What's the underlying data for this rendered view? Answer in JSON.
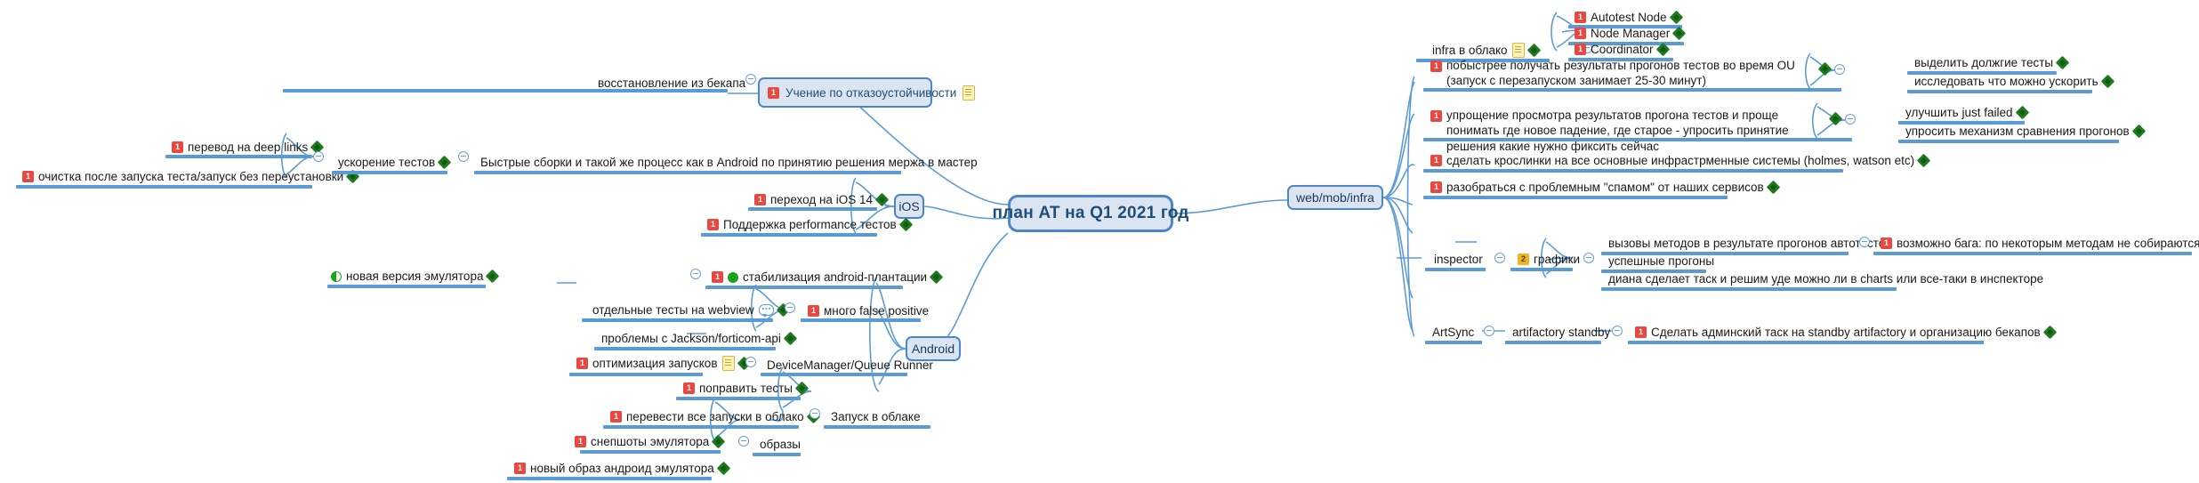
{
  "map": {
    "central": {
      "label": "план AT на Q1 2021 год"
    },
    "branches": {
      "ios": {
        "label": "iOS"
      },
      "android": {
        "label": "Android"
      },
      "webmobinfra": {
        "label": "web/mob/infra"
      },
      "uchenie": {
        "label": "Учение по отказоустойчивости"
      }
    },
    "left": {
      "uchenie_children": [
        {
          "label": "восстановление из бекапа"
        }
      ],
      "uskorenie": {
        "label": "ускорение тестов"
      },
      "bystrye_sborki": {
        "label": "Быстрые сборки и такой же процесс как в Android по принятию решения мержа в мастер"
      },
      "uskorenie_children": [
        {
          "label": "перевод на deep links"
        },
        {
          "label": "очистка после запуска теста/запуск без переустановки"
        }
      ],
      "ios_children": [
        {
          "label": "переход на iOS 14"
        },
        {
          "label": "Поддержка performance тестов"
        }
      ],
      "stabilizaciya": {
        "label": "стабилизация android-плантации"
      },
      "stabilizaciya_children": [
        {
          "label": "новая версия эмулятора"
        }
      ],
      "false_positive": {
        "label": "много false positive"
      },
      "false_positive_children": [
        {
          "label": "отдельные тесты на webview"
        },
        {
          "label": "проблемы с Jackson/forticom-api"
        }
      ],
      "device_manager": {
        "label": "DeviceManager/Queue Runner"
      },
      "device_manager_children": [
        {
          "label": "оптимизация запусков"
        }
      ],
      "zapusk_v_oblake": {
        "label": "Запуск в облаке"
      },
      "zapusk_children": [
        {
          "label": "поправить тесты"
        },
        {
          "label": "перевести все запуски в облако"
        }
      ],
      "obrazy": {
        "label": "образы"
      },
      "obrazy_children": [
        {
          "label": "снепшоты эмулятора"
        },
        {
          "label": "новый образ андроид эмулятора"
        }
      ]
    },
    "right": {
      "infra_v_oblako": {
        "label": "infra в облако"
      },
      "infra_children": [
        {
          "label": "Autotest Node"
        },
        {
          "label": "Node Manager"
        },
        {
          "label": "Coordinator"
        }
      ],
      "pobystree": {
        "label": "побыстрее получать результаты прогонов тестов во время OU (запуск с перезапуском занимает 25-30 минут)"
      },
      "pobystree_children": [
        {
          "label": "выделить должгие тесты"
        },
        {
          "label": "исследовать что можно ускорить"
        }
      ],
      "uproshenie": {
        "label": "упрощение просмотра результатов прогона тестов и проще понимать где новое падение, где старое - упросить принятие решения какие нужно фиксить сейчас"
      },
      "uproshenie_children": [
        {
          "label": "улучшить just failed"
        },
        {
          "label": "упросить механизм сравнения прогонов"
        }
      ],
      "kroslinki": {
        "label": "сделать крослинки на все основные инфрастрменные системы (holmes, watson etc)"
      },
      "spam": {
        "label": "разобраться с проблемным \"спамом\" от наших сервисов"
      },
      "inspector": {
        "label": "inspector"
      },
      "grafiki": {
        "label": "графики"
      },
      "grafiki_children": [
        {
          "label": "вызовы методов в результате прогонов автотестов"
        },
        {
          "label": "успешные прогоны"
        },
        {
          "label": "диана сделает таск и решим уде можно ли в charts или все-таки в инспекторе"
        }
      ],
      "vyzovy_child": {
        "label": "возможно бага: по некоторым методам не собираются метрики"
      },
      "artsync": {
        "label": "ArtSync"
      },
      "artifactory_standby": {
        "label": "artifactory standby"
      },
      "artifactory_children": [
        {
          "label": "Сделать админский таск на standby artifactory и организацию бекапов"
        }
      ]
    }
  },
  "icons": {
    "priority_1": "1",
    "priority_2": "2",
    "diamond": "task-diamond-icon",
    "note": "note-icon",
    "chat": "comment-icon",
    "progress": "progress-icon",
    "collapse": "collapse-toggle-icon"
  },
  "colors": {
    "node_fill": "#dbe5f1",
    "node_border": "#4a86c8",
    "link": "#5b9bd5",
    "priority_high": "#e8483f",
    "priority_med": "#f0b323",
    "diamond_green": "#1f7a1f",
    "central_text": "#1f4e79"
  }
}
